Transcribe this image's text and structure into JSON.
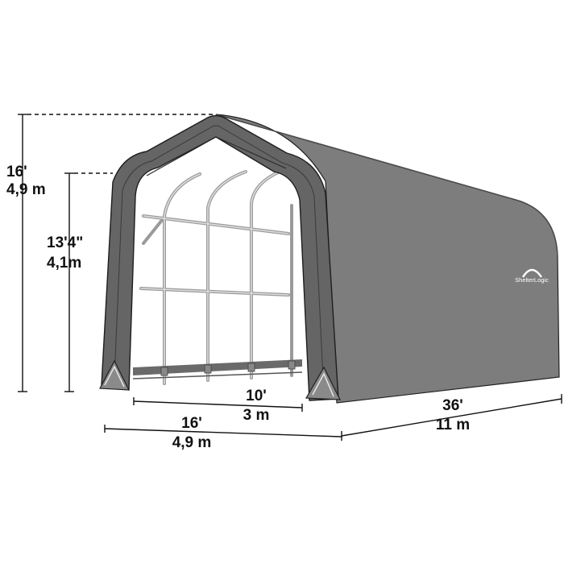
{
  "brand": {
    "logo_text": "ShelterLogic"
  },
  "dimensions": {
    "total_height": {
      "imperial": "16'",
      "metric": "4,9 m"
    },
    "door_height": {
      "imperial": "13'4\"",
      "metric": "4,1m"
    },
    "door_width": {
      "imperial": "10'",
      "metric": "3 m"
    },
    "front_width": {
      "imperial": "16'",
      "metric": "4,9 m"
    },
    "length": {
      "imperial": "36'",
      "metric": "11 m"
    }
  },
  "colors": {
    "cover": "#7d7d7d",
    "cover_dark": "#656565",
    "frame": "#bdbdbd",
    "line": "#111111"
  }
}
